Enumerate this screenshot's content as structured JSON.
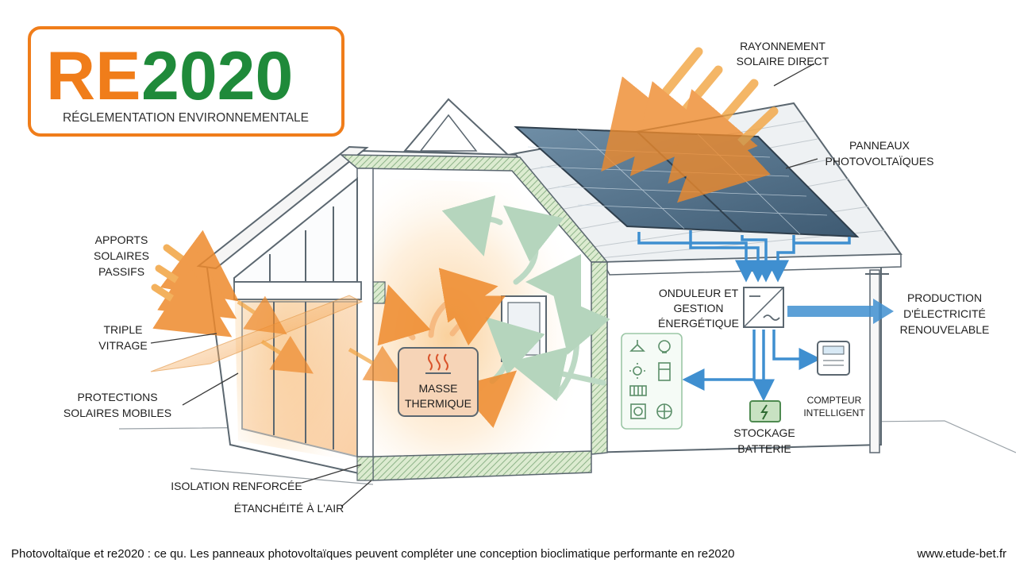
{
  "logo": {
    "re": "RE",
    "year": "2020",
    "subtitle": "RÉGLEMENTATION ENVIRONNEMENTALE",
    "re_color": "#f07d1a",
    "year_color": "#1f8a3a",
    "frame_color": "#f07d1a"
  },
  "labels": {
    "rayonnement": [
      "RAYONNEMENT",
      "SOLAIRE DIRECT"
    ],
    "panneaux": [
      "PANNEAUX",
      "PHOTOVOLTAÏQUES"
    ],
    "apports": [
      "APPORTS",
      "SOLAIRES",
      "PASSIFS"
    ],
    "triple": [
      "TRIPLE",
      "VITRAGE"
    ],
    "protections": [
      "PROTECTIONS",
      "SOLAIRES MOBILES"
    ],
    "isolation": "ISOLATION RENFORCÉE",
    "etancheite": "ÉTANCHÉITÉ À L'AIR",
    "masse": [
      "MASSE",
      "THERMIQUE"
    ],
    "onduleur": [
      "ONDULEUR ET",
      "GESTION",
      "ÉNERGÉTIQUE"
    ],
    "production": [
      "PRODUCTION",
      "D'ÉLECTRICITÉ",
      "RENOUVELABLE"
    ],
    "compteur": [
      "COMPTEUR",
      "INTELLIGENT"
    ],
    "stockage": [
      "STOCKAGE",
      "BATTERIE"
    ]
  },
  "icons": {
    "heat": "heat-waves-icon",
    "battery": "battery-icon",
    "meter": "smart-meter-icon",
    "inverter": "inverter-icon",
    "appliances": [
      "ceiling-lamp-icon",
      "light-bulb-icon",
      "sun-icon",
      "fridge-icon",
      "radiator-icon",
      "fan-icon",
      "ventilation-icon"
    ]
  },
  "colors": {
    "solar_arrow": "#f2a441",
    "electric_flow": "#3f8fd0",
    "air_flow": "#b9d8c2",
    "insulation": "#d3e8c6",
    "line": "#5b6770"
  },
  "footer": {
    "caption": "Photovoltaïque et re2020 : ce qu. Les panneaux photovoltaïques peuvent compléter une conception bioclimatique performante en re2020",
    "site": "www.etude-bet.fr"
  }
}
